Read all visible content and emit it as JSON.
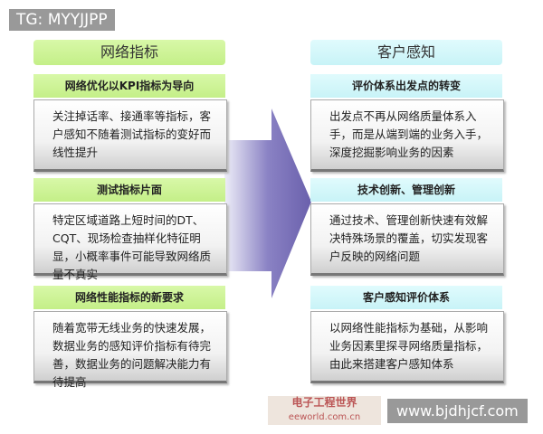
{
  "watermark_top": "TG: MYYJJPP",
  "watermark_bottom": "www.bjdhjcf.com",
  "logo_text": "电子工程世界 eeworld.com.cn",
  "left": {
    "title": "网络指标",
    "sections": [
      {
        "header": "网络优化以KPI指标为导向",
        "body": "关注掉话率、接通率等指标，客户感知不随着测试指标的变好而线性提升"
      },
      {
        "header": "测试指标片面",
        "body": "特定区域道路上短时间的DT、CQT、现场检查抽样化特征明显，小概率事件可能导致网络质量不真实"
      },
      {
        "header": "网络性能指标的新要求",
        "body": "随着宽带无线业务的快速发展，数据业务的感知评价指标有待完善，数据业务的问题解决能力有待提高"
      }
    ]
  },
  "right": {
    "title": "客户感知",
    "sections": [
      {
        "header": "评价体系出发点的转变",
        "body": "出发点不再从网络质量体系入手，而是从端到端的业务入手，深度挖掘影响业务的因素"
      },
      {
        "header": "技术创新、管理创新",
        "body": "通过技术、管理创新快速有效解决特殊场景的覆盖，切实发现客户反映的网络问题"
      },
      {
        "header": "客户感知评价体系",
        "body": "以网络性能指标为基础，从影响业务因素里探寻网络质量指标，由此来搭建客户感知体系"
      }
    ]
  },
  "colors": {
    "left_header": "#c4ef88",
    "right_header": "#c8f3f7",
    "arrow": "#7b72b8"
  }
}
